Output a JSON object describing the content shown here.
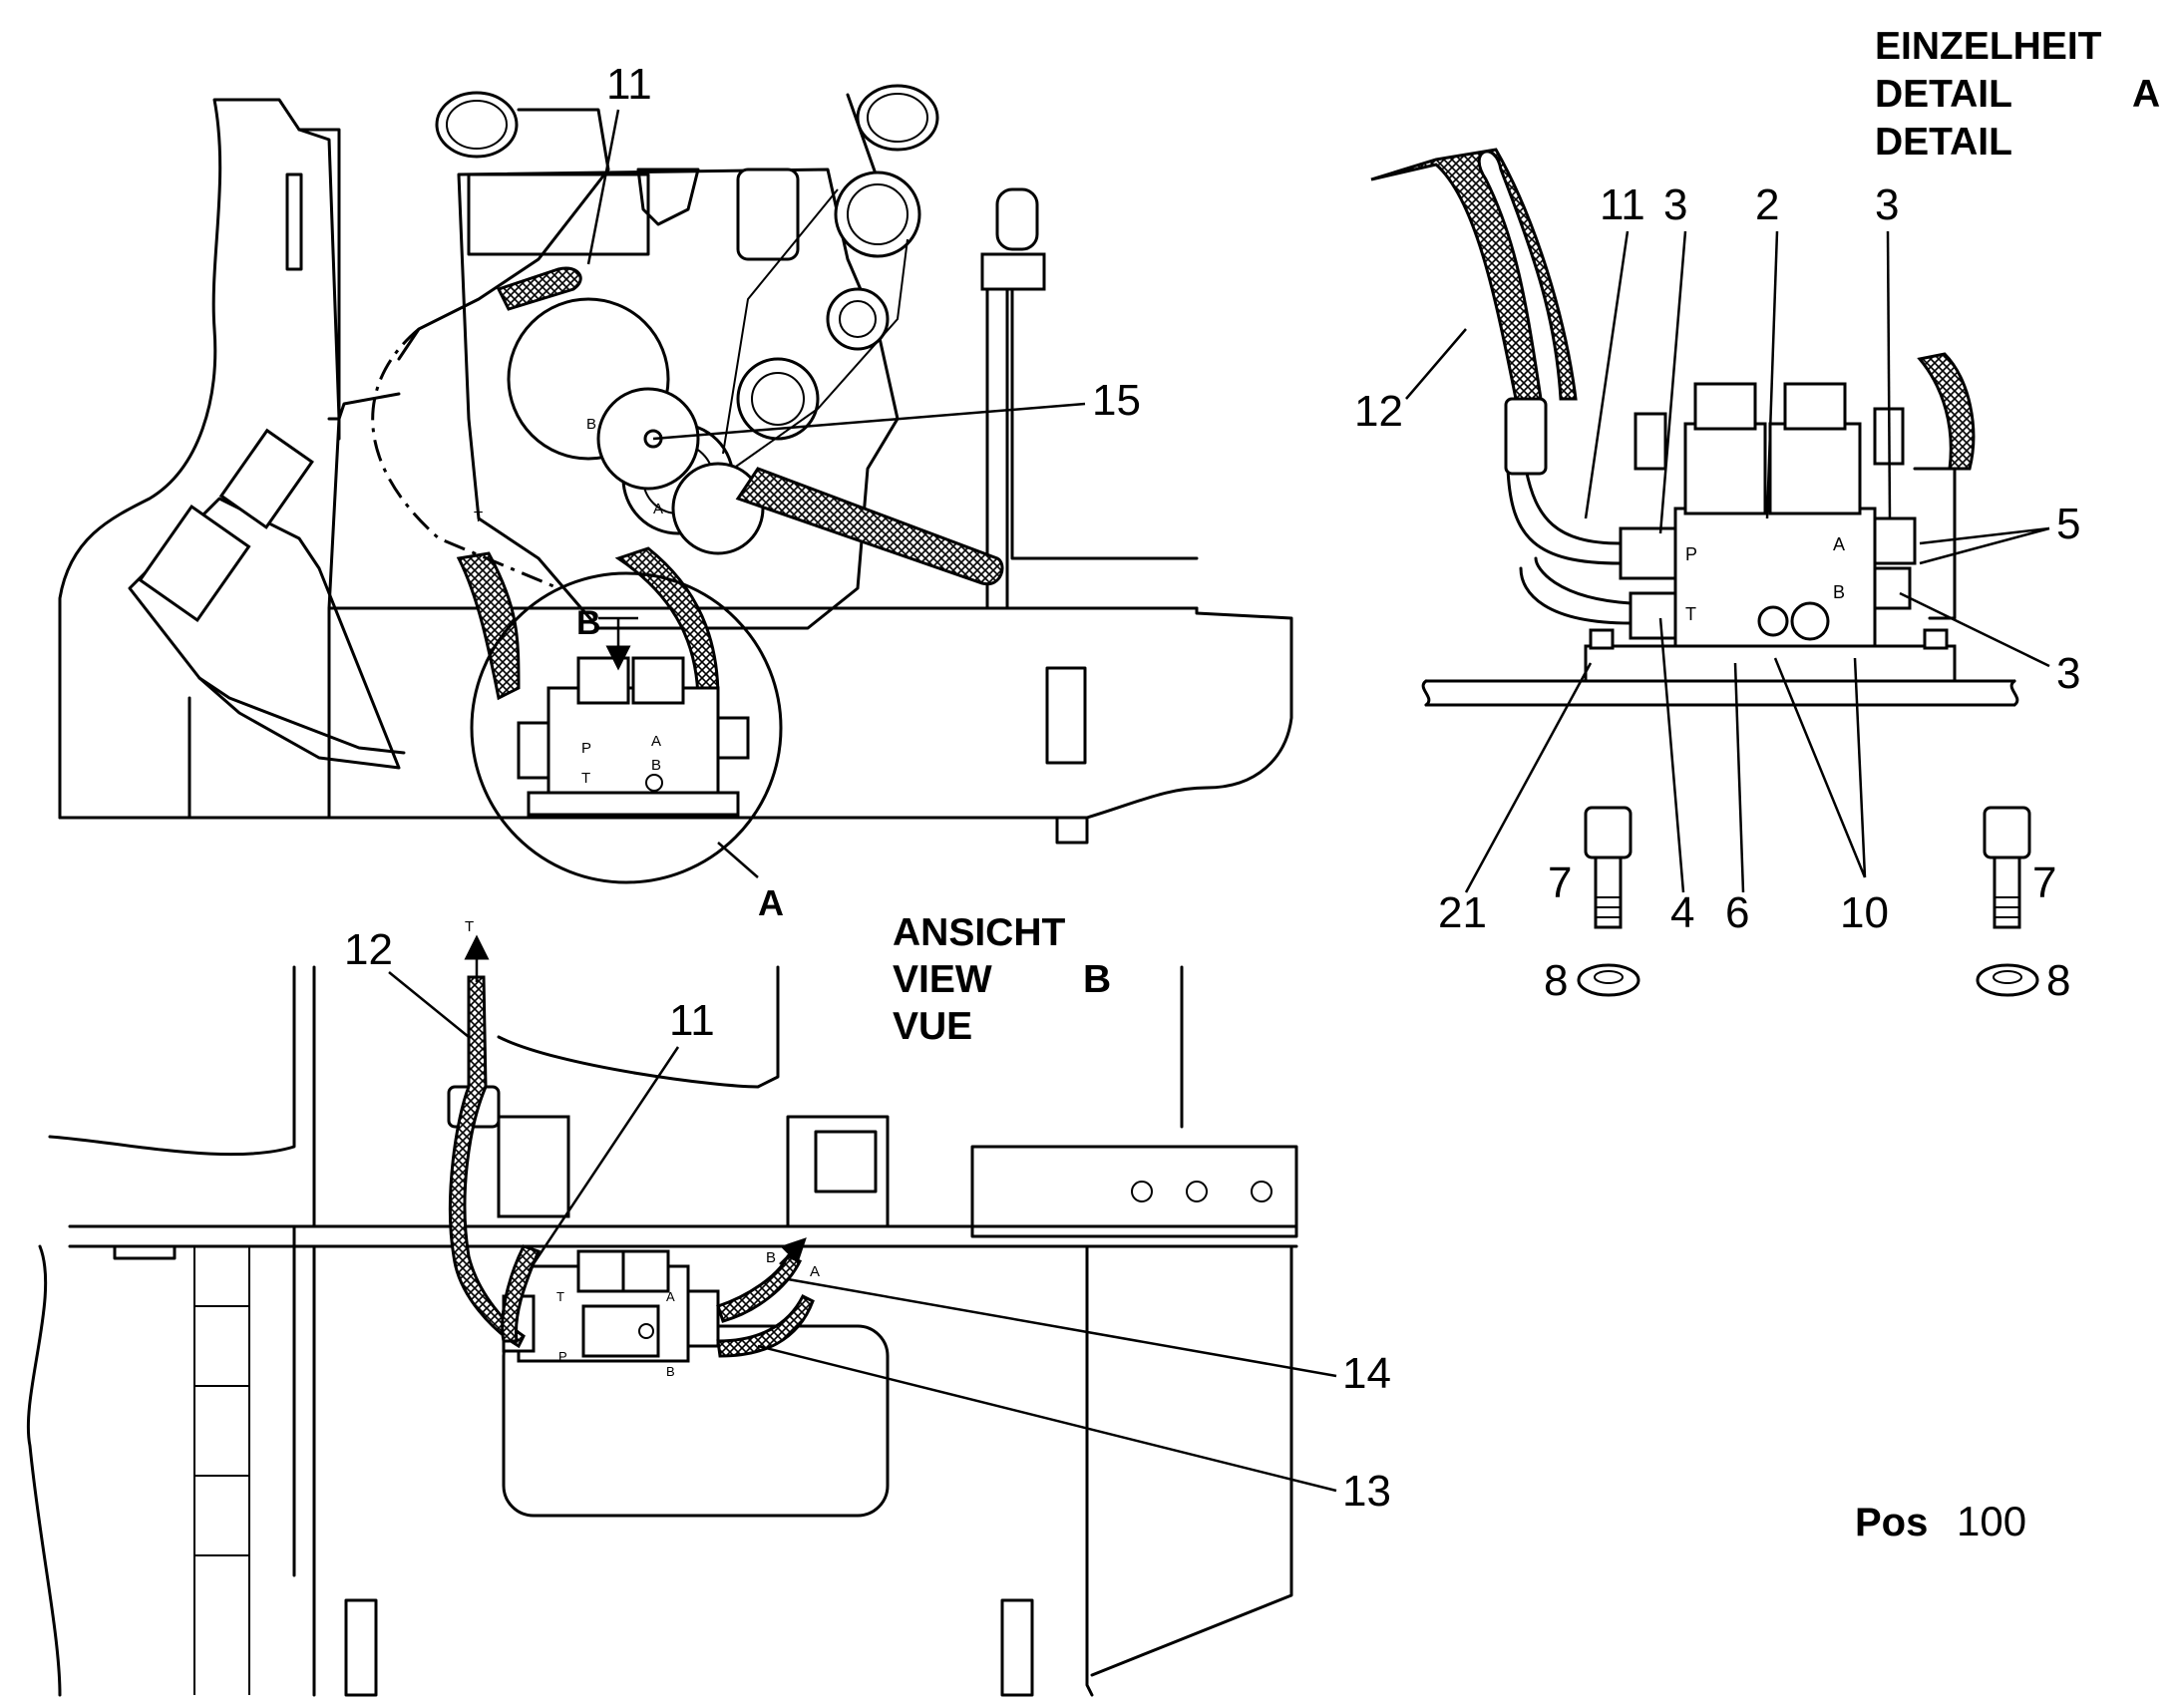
{
  "detail_header": {
    "line1": "EINZELHEIT",
    "line2": "DETAIL",
    "line2_letter": "A",
    "line3": "DETAIL"
  },
  "view_header": {
    "line1": "ANSICHT",
    "line2": "VIEW",
    "line2_letter": "B",
    "line3": "VUE"
  },
  "detail_circle_letter": "A",
  "view_arrow_letter": "B",
  "position": {
    "prefix": "Pos",
    "number": "100"
  },
  "port_labels": {
    "p": "P",
    "t": "T",
    "a": "A",
    "b": "B"
  },
  "callouts": {
    "main": {
      "c11": "11",
      "c15": "15"
    },
    "detail": {
      "c11": "11",
      "c3_left": "3",
      "c2": "2",
      "c3_right": "3",
      "c12": "12",
      "c5": "5",
      "c3_lower": "3",
      "c21": "21",
      "c7_left": "7",
      "c4": "4",
      "c6": "6",
      "c10": "10",
      "c7_right": "7",
      "c8_left": "8",
      "c8_right": "8"
    },
    "view": {
      "c12": "12",
      "c11": "11",
      "c14": "14",
      "c13": "13"
    }
  }
}
